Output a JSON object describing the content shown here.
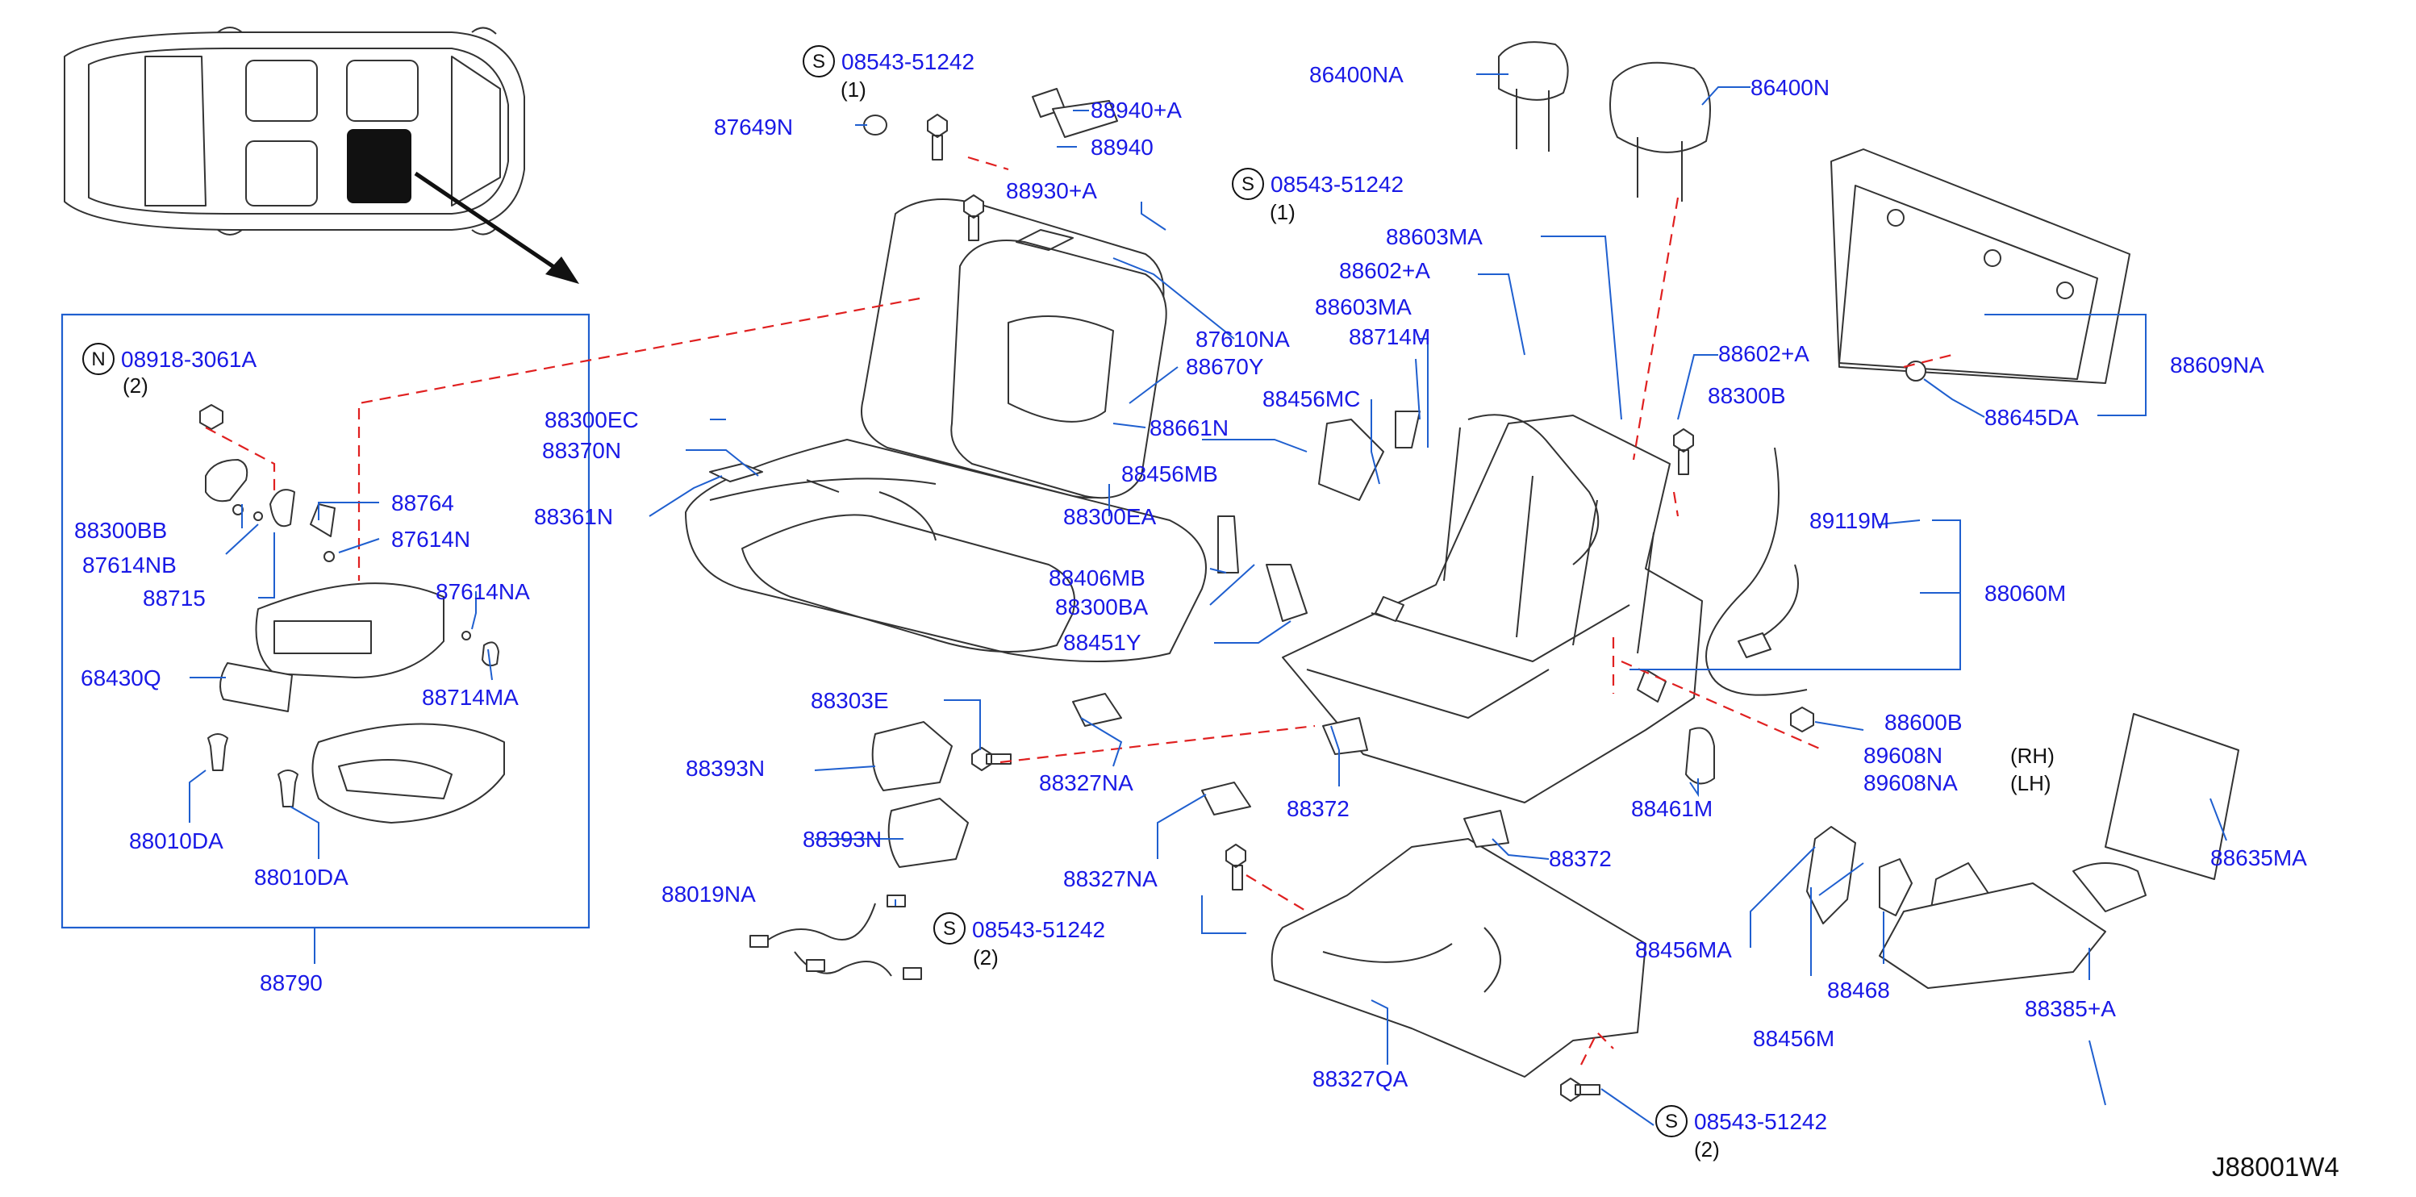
{
  "diagram_code": "J88001W4",
  "group_label": "88790",
  "callouts": [
    {
      "id": "s1",
      "symbol": "S",
      "code": "08543-51242",
      "qty": "(1)"
    },
    {
      "id": "s2",
      "symbol": "S",
      "code": "08543-51242",
      "qty": "(1)"
    },
    {
      "id": "s3",
      "symbol": "S",
      "code": "08543-51242",
      "qty": "(2)"
    },
    {
      "id": "s4",
      "symbol": "S",
      "code": "08543-51242",
      "qty": "(2)"
    },
    {
      "id": "n1",
      "symbol": "N",
      "code": "08918-3061A",
      "qty": "(2)"
    }
  ],
  "parts": {
    "p87649N": "87649N",
    "p88940A": "88940+A",
    "p88940": "88940",
    "p88930A": "88930+A",
    "p86400NA": "86400NA",
    "p86400N": "86400N",
    "p88603MA_1": "88603MA",
    "p88602A_1": "88602+A",
    "p88603MA_2": "88603MA",
    "p88714M": "88714M",
    "p88602A_2": "88602+A",
    "p88300B": "88300B",
    "p88609NA": "88609NA",
    "p88645DA": "88645DA",
    "p87610NA": "87610NA",
    "p88670Y": "88670Y",
    "p88661N": "88661N",
    "p88456MC": "88456MC",
    "p88456MB": "88456MB",
    "p88300EC": "88300EC",
    "p88370N": "88370N",
    "p88361N": "88361N",
    "p88300EA": "88300EA",
    "p88406MB": "88406MB",
    "p88300BA": "88300BA",
    "p88451Y": "88451Y",
    "p89119M": "89119M",
    "p88060M": "88060M",
    "p88300BB": "88300BB",
    "p87614NB": "87614NB",
    "p88715": "88715",
    "p88764": "88764",
    "p87614N": "87614N",
    "p87614NA": "87614NA",
    "p68430Q": "68430Q",
    "p88714MA": "88714MA",
    "p88010DA_1": "88010DA",
    "p88010DA_2": "88010DA",
    "p88303E": "88303E",
    "p88393N_1": "88393N",
    "p88327NA_1": "88327NA",
    "p88393N_2": "88393N",
    "p88327NA_2": "88327NA",
    "p88372_1": "88372",
    "p88372_2": "88372",
    "p88461M": "88461M",
    "p88600B": "88600B",
    "p89608N": "89608N",
    "p89608NA": "89608NA",
    "rh": "(RH)",
    "lh": "(LH)",
    "p88635MA": "88635MA",
    "p88019NA": "88019NA",
    "p88456MA": "88456MA",
    "p88468": "88468",
    "p88385A": "88385+A",
    "p88456M": "88456M",
    "p88327QA": "88327QA"
  },
  "colors": {
    "label": "#1919e6",
    "leader": "#1f5fcf",
    "dashed": "#e02020",
    "line": "#333333"
  }
}
